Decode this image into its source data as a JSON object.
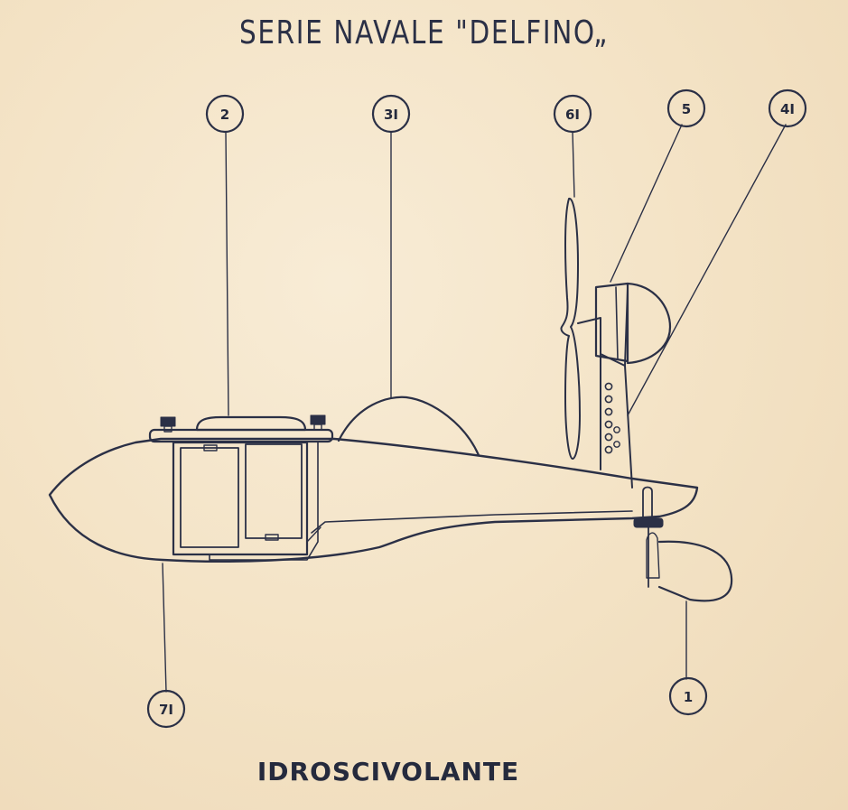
{
  "title": "SERIE NAVALE \"DELFINO„",
  "subtitle": "IDROSCIVOLANTE",
  "callouts": [
    {
      "id": "2",
      "label": "2"
    },
    {
      "id": "31",
      "label": "3I"
    },
    {
      "id": "61",
      "label": "6I"
    },
    {
      "id": "5",
      "label": "5"
    },
    {
      "id": "41",
      "label": "4I"
    },
    {
      "id": "71",
      "label": "7I"
    },
    {
      "id": "1",
      "label": "1"
    }
  ],
  "colors": {
    "ink": "#2b3046",
    "paper": "#f5e6cc"
  }
}
